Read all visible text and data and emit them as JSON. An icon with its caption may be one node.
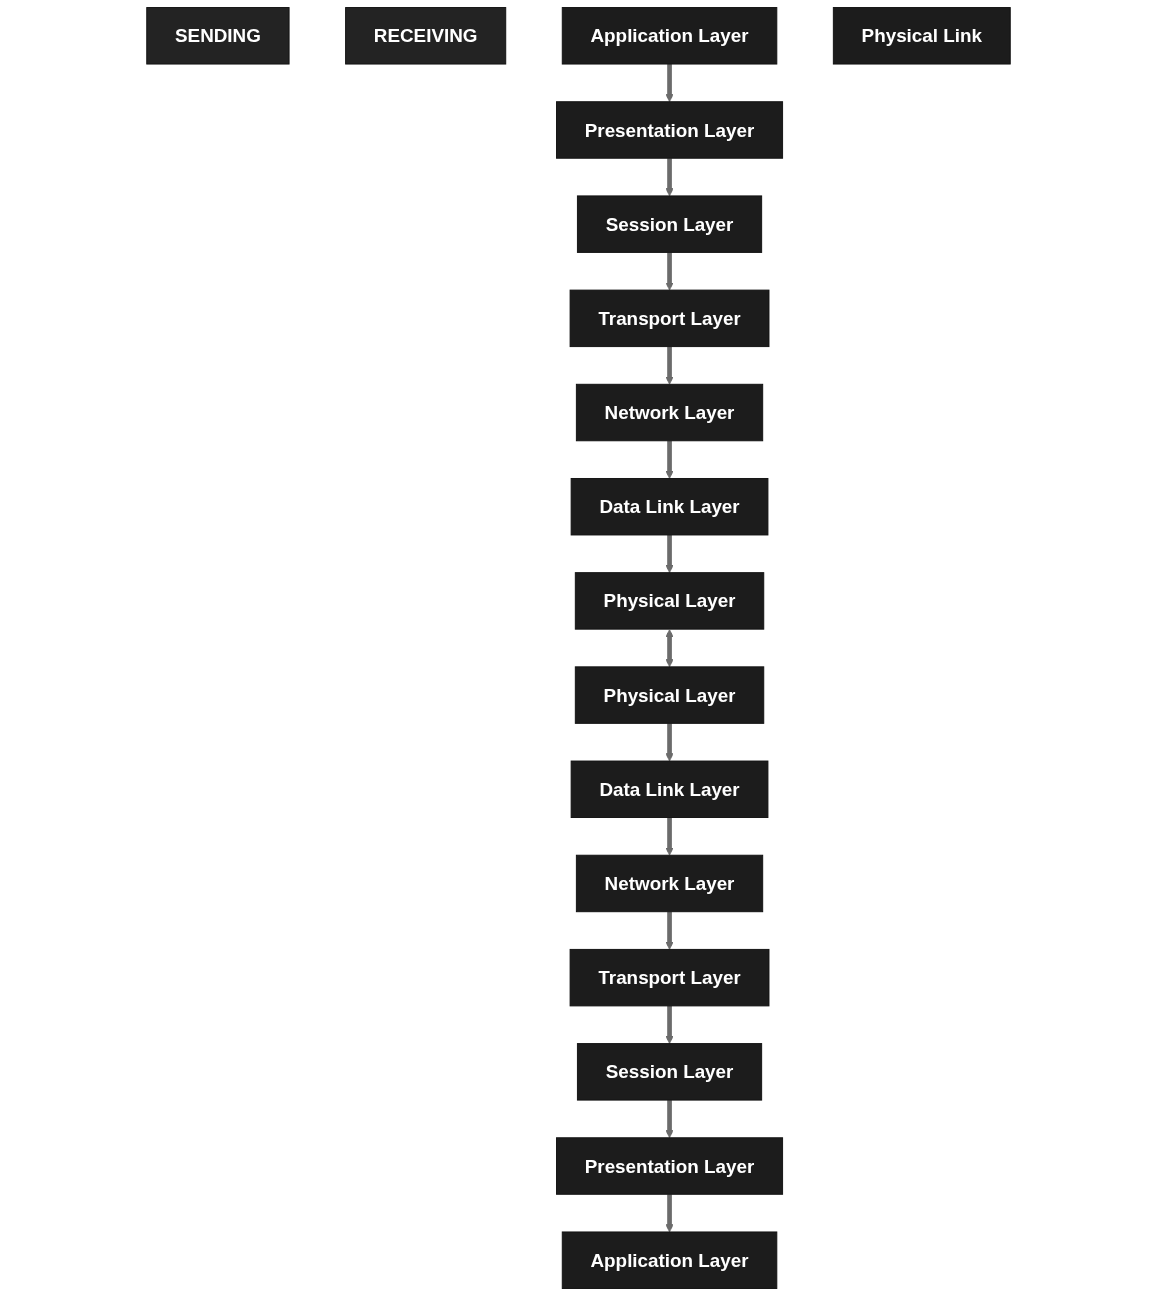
{
  "diagram": {
    "nodes": [
      {
        "text": [
          "SENDING"
        ]
      },
      {
        "text": [
          "RECEIVING"
        ]
      },
      {
        "text": [
          "Application Layer"
        ]
      },
      {
        "text": [
          "Application Layer"
        ]
      },
      {
        "text": [
          "Presentation Layer"
        ]
      },
      {
        "text": [
          "Presentation Layer"
        ]
      },
      {
        "text": [
          "Session Layer"
        ]
      },
      {
        "text": [
          "Session Layer"
        ]
      },
      {
        "text": [
          "Transport Layer"
        ]
      },
      {
        "text": [
          "Transport Layer"
        ]
      },
      {
        "text": [
          "Network Layer"
        ]
      },
      {
        "text": [
          "Network Layer"
        ]
      },
      {
        "text": [
          "Data Link Layer"
        ]
      },
      {
        "text": [
          "Data Link Layer"
        ]
      },
      {
        "text": [
          "Physical Layer"
        ]
      },
      {
        "text": [
          "Physical Layer"
        ]
      },
      {
        "text": [
          "Physical Link"
        ]
      }
    ],
    "edges": [
      {
        "from": 2,
        "to": 4,
        "arrow": "to"
      },
      {
        "from": 4,
        "to": 6,
        "arrow": "to"
      },
      {
        "from": 6,
        "to": 8,
        "arrow": "to"
      },
      {
        "from": 8,
        "to": 10,
        "arrow": "to"
      },
      {
        "from": 10,
        "to": 12,
        "arrow": "to"
      },
      {
        "from": 12,
        "to": 14,
        "arrow": "to"
      },
      {
        "from": 14,
        "to": 15,
        "arrow": "both"
      },
      {
        "from": 15,
        "to": 13,
        "arrow": "to"
      },
      {
        "from": 13,
        "to": 11,
        "arrow": "to"
      },
      {
        "from": 11,
        "to": 9,
        "arrow": "to"
      },
      {
        "from": 9,
        "to": 7,
        "arrow": "to"
      },
      {
        "from": 7,
        "to": 5,
        "arrow": "to"
      },
      {
        "from": 5,
        "to": 3,
        "arrow": "to"
      }
    ]
  }
}
